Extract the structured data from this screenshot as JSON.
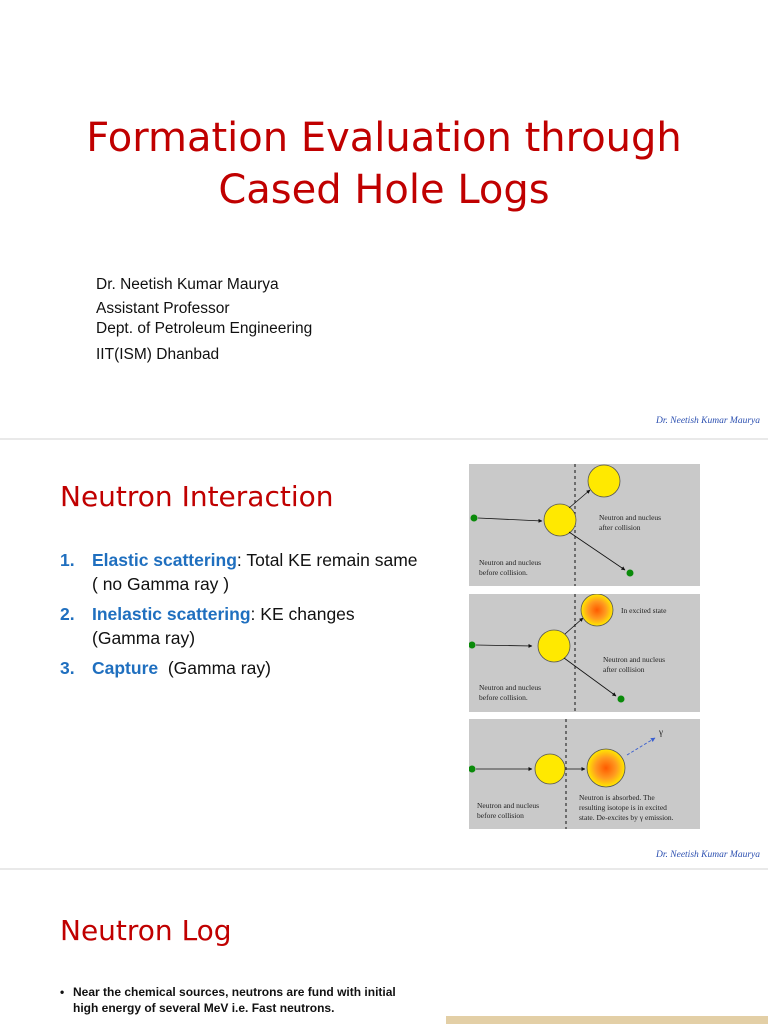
{
  "slide1": {
    "title_line1": "Formation Evaluation through",
    "title_line2": "Cased Hole Logs",
    "author": "Dr. Neetish Kumar Maurya",
    "position": "Assistant Professor",
    "department": "Dept. of Petroleum Engineering",
    "institute": "IIT(ISM) Dhanbad",
    "watermark": "Dr. Neetish Kumar Maurya"
  },
  "slide2": {
    "title": "Neutron Interaction",
    "items": [
      {
        "num": "1.",
        "term": "Elastic scattering",
        "sep": ":",
        "text": " Total KE remain same ( no Gamma ray )"
      },
      {
        "num": "2.",
        "term": "Inelastic scattering",
        "sep": ":",
        "text": " KE changes (Gamma ray)"
      },
      {
        "num": "3.",
        "term": "Capture",
        "sep": "",
        "text": "  (Gamma ray)"
      }
    ],
    "diagram1": {
      "label_after": [
        "Neutron and nucleus",
        "after collision"
      ],
      "label_before": [
        "Neutron and nucleus",
        "before collision."
      ]
    },
    "diagram2": {
      "label_excited": "In excited state",
      "label_after": [
        "Neutron and nucleus",
        "after collision"
      ],
      "label_before": [
        "Neutron and nucleus",
        "before collision."
      ]
    },
    "diagram3": {
      "gamma_symbol": "γ",
      "label_before": [
        "Neutron and nucleus",
        "before collision"
      ],
      "label_absorbed": [
        "Neutron is absorbed. The",
        "resulting isotope is in excited",
        "state. De-excites by γ emission."
      ]
    },
    "watermark": "Dr. Neetish Kumar Maurya",
    "colors": {
      "title": "#c00000",
      "term": "#1f6fbf",
      "nucleus": "#ffe900",
      "neutron": "#0a8a0a"
    }
  },
  "slide3": {
    "title": "Neutron Log",
    "bullets": [
      {
        "mark": "•",
        "text": "Near the chemical sources, neutrons are fund with initial high energy of several MeV i.e. Fast neutrons."
      }
    ]
  }
}
